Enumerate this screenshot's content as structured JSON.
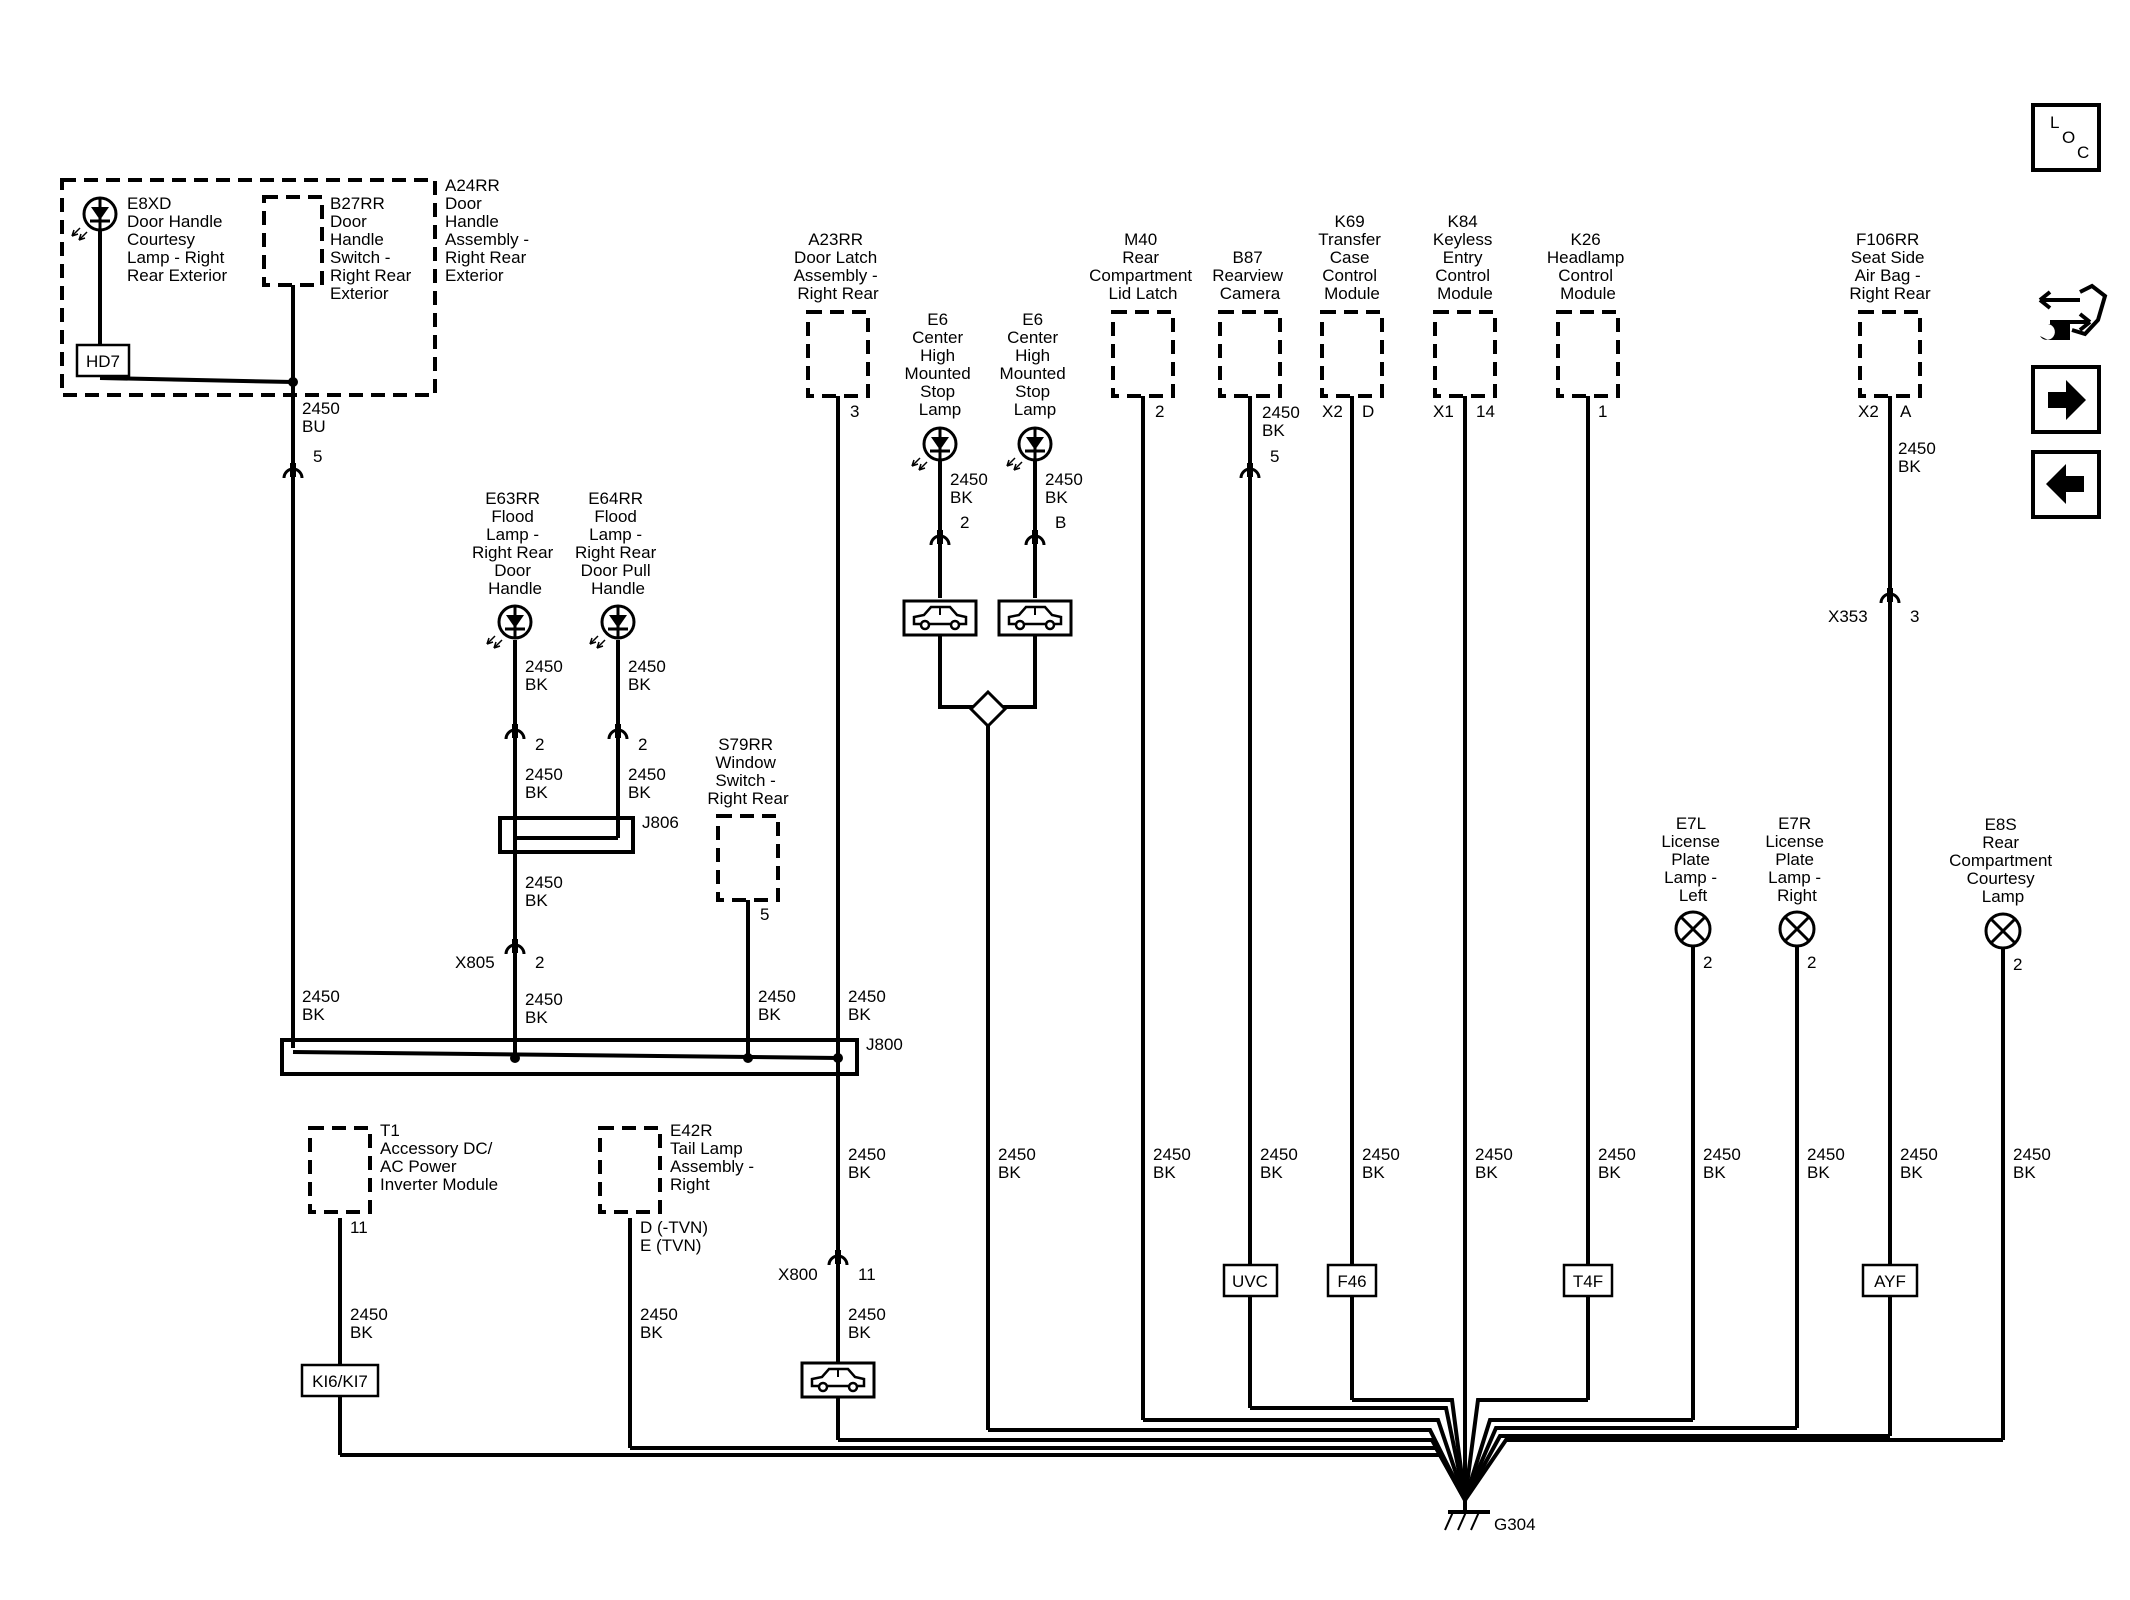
{
  "components": {
    "a24rr": [
      "A24RR",
      "Door",
      "Handle",
      "Assembly -",
      "Right Rear",
      "Exterior"
    ],
    "e8xd": [
      "E8XD",
      "Door Handle",
      "Courtesy",
      "Lamp - Right",
      "Rear Exterior"
    ],
    "b27rr": [
      "B27RR",
      "Door",
      "Handle",
      "Switch -",
      "Right Rear",
      "Exterior"
    ],
    "a23rr": [
      "A23RR",
      "Door Latch",
      "Assembly -",
      "Right Rear"
    ],
    "e6a": [
      "E6",
      "Center",
      "High",
      "Mounted",
      "Stop",
      "Lamp"
    ],
    "e6b": [
      "E6",
      "Center",
      "High",
      "Mounted",
      "Stop",
      "Lamp"
    ],
    "m40": [
      "M40",
      "Rear",
      "Compartment",
      "Lid Latch"
    ],
    "b87": [
      "B87",
      "Rearview",
      "Camera"
    ],
    "k69": [
      "K69",
      "Transfer",
      "Case",
      "Control",
      "Module"
    ],
    "k84": [
      "K84",
      "Keyless",
      "Entry",
      "Control",
      "Module"
    ],
    "k26": [
      "K26",
      "Headlamp",
      "Control",
      "Module"
    ],
    "f106rr": [
      "F106RR",
      "Seat Side",
      "Air Bag -",
      "Right Rear"
    ],
    "e63rr": [
      "E63RR",
      "Flood",
      "Lamp -",
      "Right Rear",
      "Door",
      "Handle"
    ],
    "e64rr": [
      "E64RR",
      "Flood",
      "Lamp -",
      "Right Rear",
      "Door Pull",
      "Handle"
    ],
    "s79rr": [
      "S79RR",
      "Window",
      "Switch -",
      "Right Rear"
    ],
    "e7l": [
      "E7L",
      "License",
      "Plate",
      "Lamp -",
      "Left"
    ],
    "e7r": [
      "E7R",
      "License",
      "Plate",
      "Lamp -",
      "Right"
    ],
    "e8s": [
      "E8S",
      "Rear",
      "Compartment",
      "Courtesy",
      "Lamp"
    ],
    "t1": [
      "T1",
      "Accessory DC/",
      "AC Power",
      "Inverter Module"
    ],
    "e42r": [
      "E42R",
      "Tail Lamp",
      "Assembly -",
      "Right"
    ]
  },
  "wire_labels": {
    "bu_circuit": [
      "2450",
      "BU"
    ],
    "bk_circuit": [
      "2450",
      "BK"
    ]
  },
  "pins": {
    "p3": "3",
    "p2": "2",
    "p5": "5",
    "p1": "1",
    "p14": "14",
    "pD": "D",
    "pA": "A",
    "pB": "B",
    "p11": "11",
    "x2": "X2",
    "x1": "X1",
    "t1_pins": [
      "D (-TVN)",
      "E (TVN)"
    ]
  },
  "connectors": {
    "x805": "X805",
    "x800": "X800",
    "x353": "X353",
    "j806": "J806",
    "j800": "J800",
    "g304": "G304"
  },
  "options": {
    "hd7": "HD7",
    "uvc": "UVC",
    "f46": "F46",
    "t4f": "T4F",
    "ayf": "AYF",
    "ki6": "KI6/KI7"
  },
  "nav": {
    "loc": [
      "L",
      "O",
      "C"
    ]
  }
}
